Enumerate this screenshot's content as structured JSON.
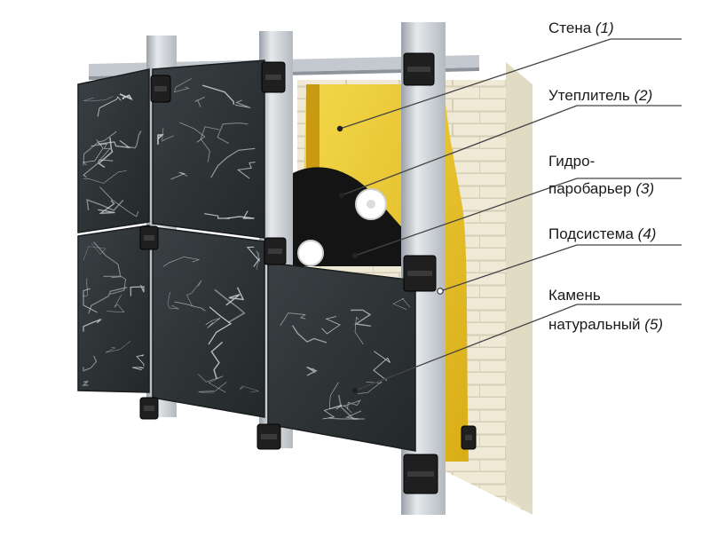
{
  "labels": [
    {
      "text": "Стена",
      "num": "(1)"
    },
    {
      "text": "Утеплитель",
      "num": "(2)"
    },
    {
      "text": "Гидро-",
      "num": ""
    },
    {
      "text": "паробарьер",
      "num": "(3)"
    },
    {
      "text": "Подсистема",
      "num": "(4)"
    },
    {
      "text": "Камень",
      "num": ""
    },
    {
      "text": "натуральный",
      "num": "(5)"
    }
  ],
  "colors": {
    "brick": "#efe9d6",
    "brick_mortar": "#d9d2bd",
    "insulation": "#e8c42a",
    "membrane": "#151515",
    "rail": "#c7ccd1",
    "stone": "#2b3032",
    "bracket": "#1e1e1e",
    "leader": "#444444"
  }
}
